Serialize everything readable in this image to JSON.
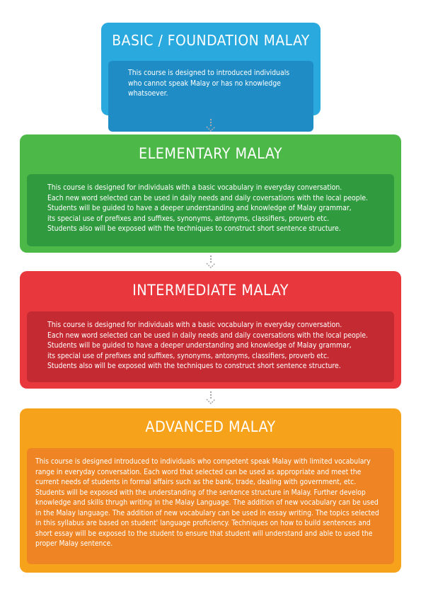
{
  "colors": {
    "basic": "#2aa9de",
    "basic_body": "#1f8cc6",
    "elementary": "#4cb848",
    "elementary_body": "#2f9a3e",
    "intermediate": "#e8383e",
    "intermediate_body": "#c42a31",
    "advanced": "#f7a21b",
    "advanced_body": "#ee8424",
    "arrow": "#a9a9a9"
  },
  "basic": {
    "title": "BASIC / FOUNDATION MALAY",
    "lines": [
      "This course is designed to introduced individuals",
      "who cannot speak Malay or has no knowledge",
      "whatsoever."
    ]
  },
  "elementary": {
    "title": "ELEMENTARY MALAY",
    "lines": [
      "This course is designed for individuals with a basic vocabulary in everyday conversation.",
      "Each new word selected can be used in daily needs and daily coversations with the local people.",
      "Students will be guided to have a deeper understanding and knowledge of Malay grammar,",
      "its special use of prefixes and suffixes, synonyms, antonyms, classifiers, proverb etc.",
      "Students also will be exposed with the techniques to construct short sentence structure."
    ]
  },
  "intermediate": {
    "title": "INTERMEDIATE MALAY",
    "lines": [
      "This course is designed for individuals with a basic vocabulary in everyday conversation.",
      "Each new word selected can be used in daily needs and daily coversations with the local people.",
      "Students will be guided to have a deeper understanding and knowledge of Malay grammar,",
      "its special use of prefixes and suffixes, synonyms, antonyms, classifiers, proverb etc.",
      "Students also will be exposed with the techniques to construct short sentence structure."
    ]
  },
  "advanced": {
    "title": "ADVANCED MALAY",
    "lines": [
      "This course is designed introduced to individuals who competent speak Malay with limited vocabulary",
      "range in everyday conversation. Each word that selected can be used as appropriate and meet the",
      "current needs of students in formal affairs such as the bank, trade, dealing with government, etc.",
      "Students will be exposed with the understanding of the sentence structure in Malay. Further develop",
      "knowledge and skills thrugh writing in the Malay Language. The addition of new vocabulary can be used",
      "in the Malay language. The addition of new vocabulary can be used in essay writing. The topics selected",
      "in this syllabus are based on student' language proficiency. Techniques on how to build sentences and",
      "short essay will be exposed to the student to ensure that student will understand and able to used the",
      "proper Malay sentence."
    ]
  }
}
